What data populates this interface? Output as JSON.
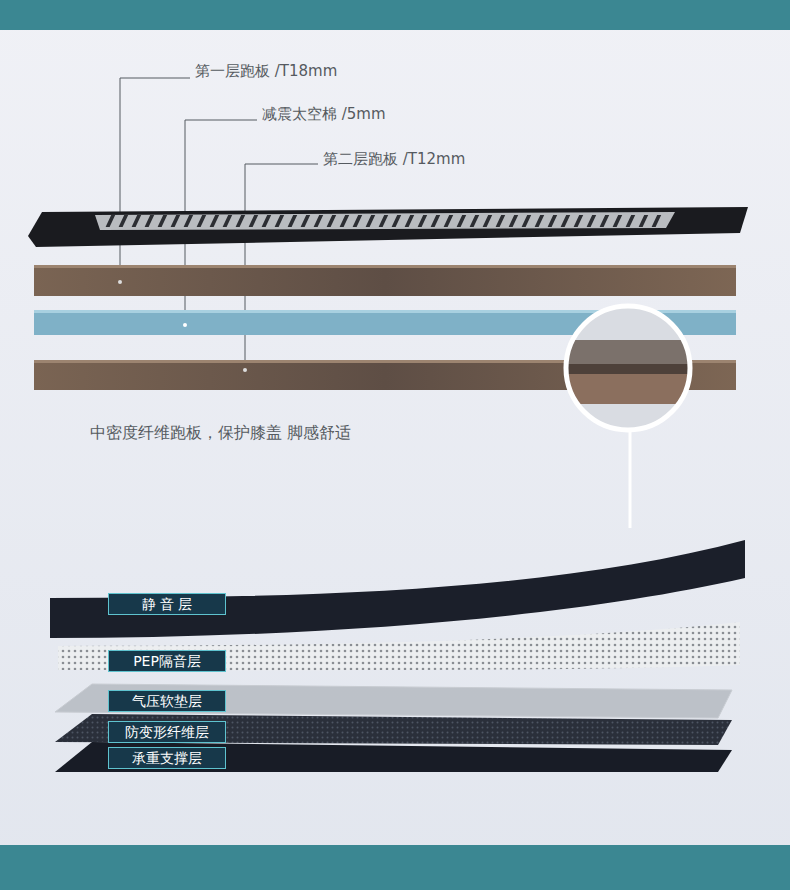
{
  "diagram": {
    "nodes": [
      {
        "text": [
          "静 音 层"
        ]
      },
      {
        "text": [
          "PEP隔音层"
        ]
      },
      {
        "text": [
          "气压软垫层"
        ]
      },
      {
        "text": [
          "防变形纤维层"
        ]
      },
      {
        "text": [
          "承重支撑层"
        ]
      }
    ],
    "labels": [
      "第一层跑板 /T18mm",
      "减震太空棉 /5mm",
      "第二层跑板 /T12mm",
      "中密度纤维跑板，保护膝盖 脚感舒适"
    ]
  }
}
